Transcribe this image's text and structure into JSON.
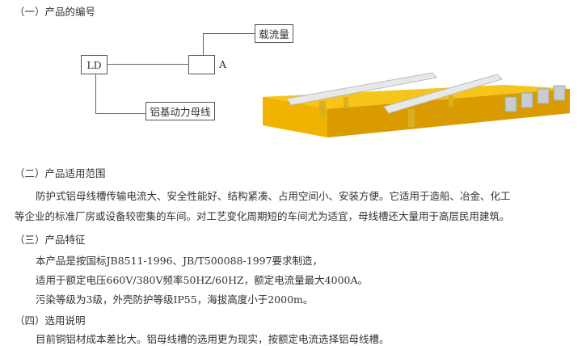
{
  "sections": [
    {
      "heading": "（一）产品的编号"
    },
    {
      "heading": "（二）产品适用范围",
      "lines": [
        "防护式铝母线槽传输电流大、安全性能好、结构紧凑、占用空间小、安装方便。它适用于造船、冶金、化工",
        "等企业的标准厂房或设备较密集的车间。对工艺变化周期短的车间尤为适宜，母线槽还大量用于高层民用建筑。"
      ]
    },
    {
      "heading": "（三）产品特征",
      "lines": [
        "本产品是按国标JB8511-1996、JB/T500088-1997要求制造，",
        "适用于额定电压660V/380V频率50HZ/60HZ，额定电流量最大4000A。",
        "污染等级为3级，外壳防护等级IP55，海拔高度小于2000m。"
      ]
    },
    {
      "heading": "（四）选用说明",
      "lines": [
        "目前铜铝材成本差比大。铝母线槽的选用更为现实，按额定电流选择铝母线槽。"
      ]
    }
  ],
  "diagram": {
    "ld": "LD",
    "a": "A",
    "current": "载流量",
    "type": "铝基动力母线"
  }
}
